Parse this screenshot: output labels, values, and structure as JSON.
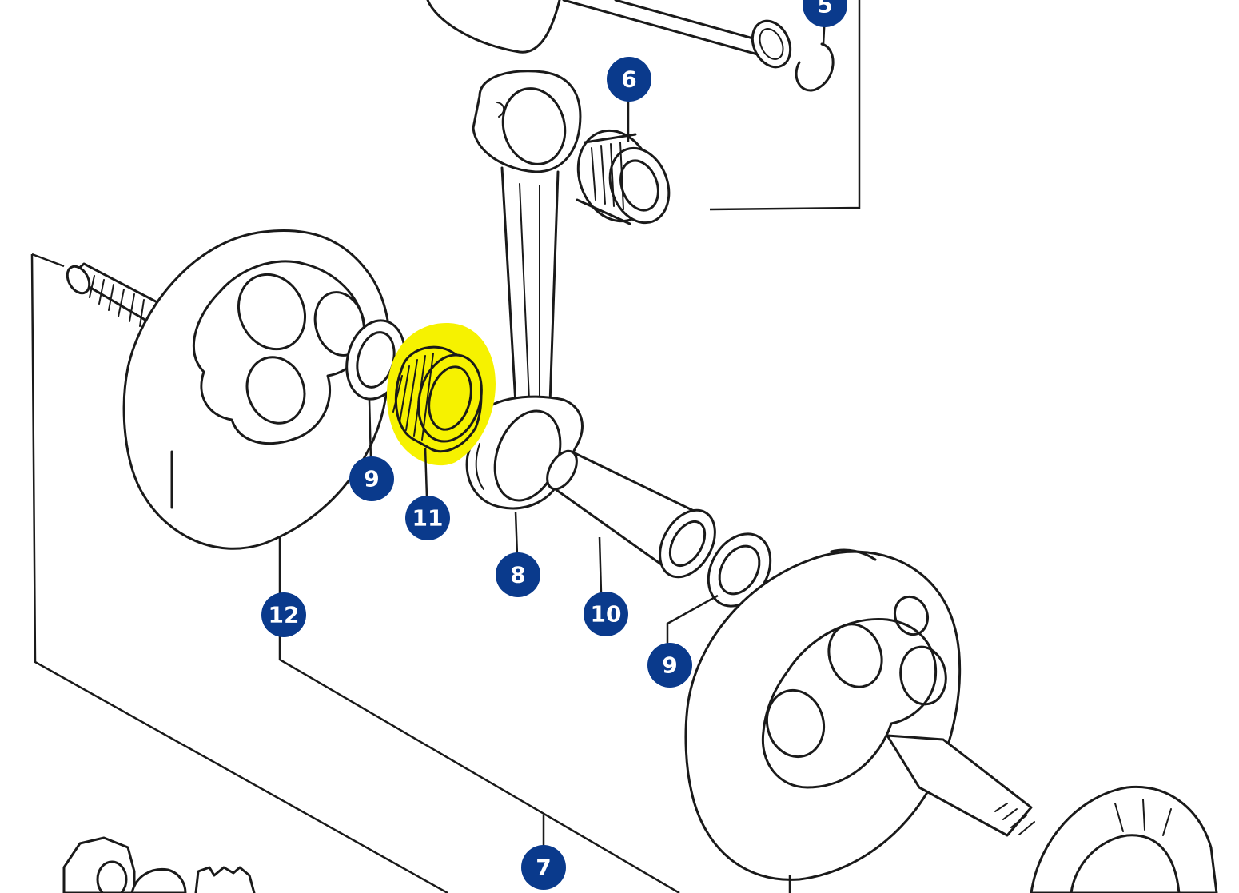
{
  "diagram": {
    "colors": {
      "callout": "#0a3a8c",
      "highlight": "#f6f200",
      "line": "#1a1a1a"
    },
    "callouts": [
      {
        "id": "c5",
        "label": "5",
        "part": "circlip"
      },
      {
        "id": "c6",
        "label": "6",
        "part": "small-end-bearing"
      },
      {
        "id": "c9a",
        "label": "9",
        "part": "thrust-washer-left"
      },
      {
        "id": "c11",
        "label": "11",
        "part": "big-end-bearing-highlighted"
      },
      {
        "id": "c8",
        "label": "8",
        "part": "connecting-rod"
      },
      {
        "id": "c12",
        "label": "12",
        "part": "crank-web-left"
      },
      {
        "id": "c10",
        "label": "10",
        "part": "crank-pin"
      },
      {
        "id": "c9b",
        "label": "9",
        "part": "thrust-washer-right"
      },
      {
        "id": "c7",
        "label": "7",
        "part": "crankshaft-assembly"
      }
    ]
  }
}
